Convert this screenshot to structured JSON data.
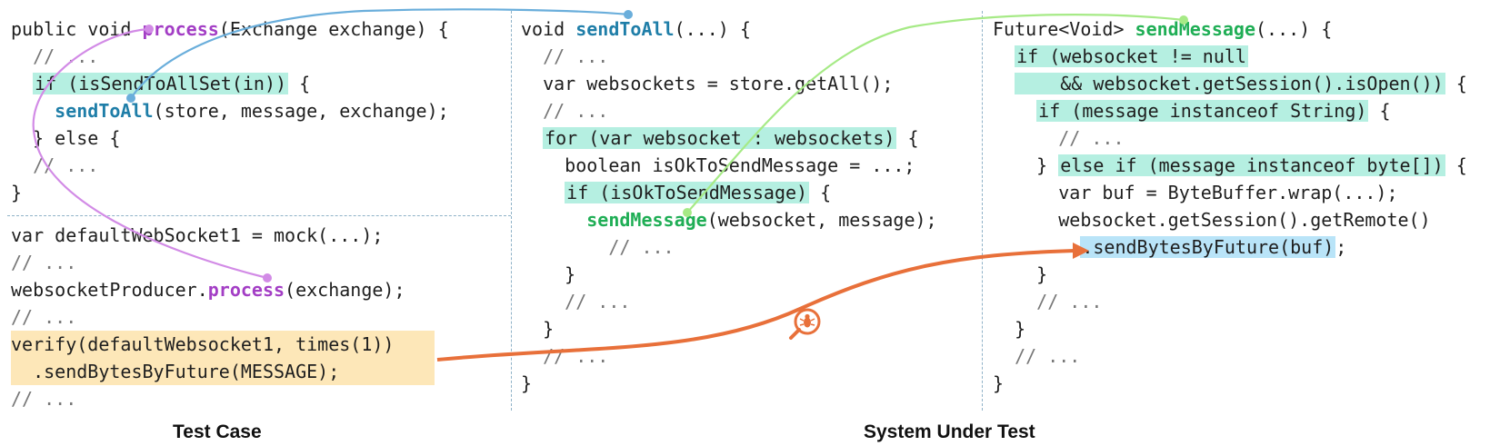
{
  "panels": {
    "test_case": {
      "caption": "Test Case",
      "top_lines": [
        {
          "pre": "public void ",
          "key": "process",
          "post": "(Exchange exchange) {"
        },
        {
          "text": "  // ..."
        },
        {
          "indent": "  ",
          "hl": "if (isSendToAllSet(in))",
          "post": " {"
        },
        {
          "indent": "    ",
          "key": "sendToAll",
          "post": "(store, message, exchange);"
        },
        {
          "text": "  } else {"
        },
        {
          "text": "  // ..."
        },
        {
          "text": "}"
        }
      ],
      "bottom_lines": [
        {
          "text": "var defaultWebSocket1 = mock(...);"
        },
        {
          "text": "// ..."
        },
        {
          "pre": "websocketProducer.",
          "key": "process",
          "post": "(exchange);"
        },
        {
          "text": "// ..."
        },
        {
          "text": "verify(defaultWebsocket1, times(1))"
        },
        {
          "text": "  .sendBytesByFuture(MESSAGE);"
        },
        {
          "text": "// ..."
        }
      ]
    },
    "middle": {
      "lines": [
        {
          "pre": "void ",
          "key": "sendToAll",
          "post": "(...) {"
        },
        {
          "text": "  // ..."
        },
        {
          "text": "  var websockets = store.getAll();"
        },
        {
          "text": "  // ..."
        },
        {
          "indent": "  ",
          "hl": "for (var websocket : websockets)",
          "post": " {"
        },
        {
          "text": "    boolean isOkToSendMessage = ...;"
        },
        {
          "indent": "    ",
          "hl": "if (isOkToSendMessage)",
          "post": " {"
        },
        {
          "indent": "      ",
          "key": "sendMessage",
          "post": "(websocket, message);"
        },
        {
          "text": "        // ..."
        },
        {
          "text": "    }"
        },
        {
          "text": "    // ..."
        },
        {
          "text": "  }"
        },
        {
          "text": "  // ..."
        },
        {
          "text": "}"
        }
      ]
    },
    "system_under_test": {
      "caption": "System Under Test",
      "lines": [
        {
          "pre": "Future<Void> ",
          "key": "sendMessage",
          "post": "(...) {"
        },
        {
          "indent": "  ",
          "hl": "if (websocket != null",
          "post": ""
        },
        {
          "indent": "  ",
          "hl": "    && websocket.getSession().isOpen())",
          "post": " {"
        },
        {
          "indent": "    ",
          "hl": "if (message instanceof String)",
          "post": " {"
        },
        {
          "text": "      // ..."
        },
        {
          "indent": "    } ",
          "hl": "else if (message instanceof byte[])",
          "post": " {"
        },
        {
          "text": "      var buf = ByteBuffer.wrap(...);"
        },
        {
          "text": "      websocket.getSession().getRemote()"
        },
        {
          "indent": "        ",
          "hl2": ".sendBytesByFuture(buf)",
          "post": ";"
        },
        {
          "text": "    }"
        },
        {
          "text": "    // ..."
        },
        {
          "text": "  }"
        },
        {
          "text": "  // ..."
        },
        {
          "text": "}"
        }
      ]
    }
  },
  "colors": {
    "purple": "#d28be6",
    "blue": "#6aaedb",
    "green": "#a6ea86",
    "orange": "#e8703a"
  },
  "icons": [
    "bug-magnifier-icon"
  ]
}
